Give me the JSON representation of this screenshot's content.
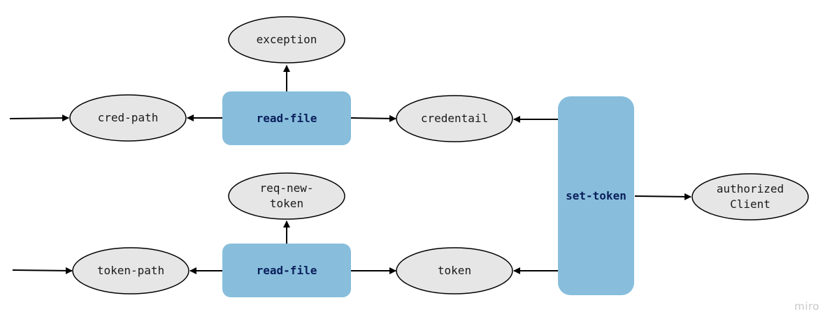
{
  "colors": {
    "process_fill": "#88bedc",
    "terminal_fill": "#e6e6e6",
    "stroke": "#000000",
    "watermark": "#c9c9c9"
  },
  "nodes": {
    "exception": "exception",
    "read_file_top": "read-file",
    "cred_path": "cred-path",
    "credentail": "credentail",
    "req_new_token_line1": "req-new-",
    "req_new_token_line2": "token",
    "read_file_bottom": "read-file",
    "token_path": "token-path",
    "token": "token",
    "set_token": "set-token",
    "authorized_client_line1": "authorized",
    "authorized_client_line2": "Client"
  },
  "watermark": "miro"
}
